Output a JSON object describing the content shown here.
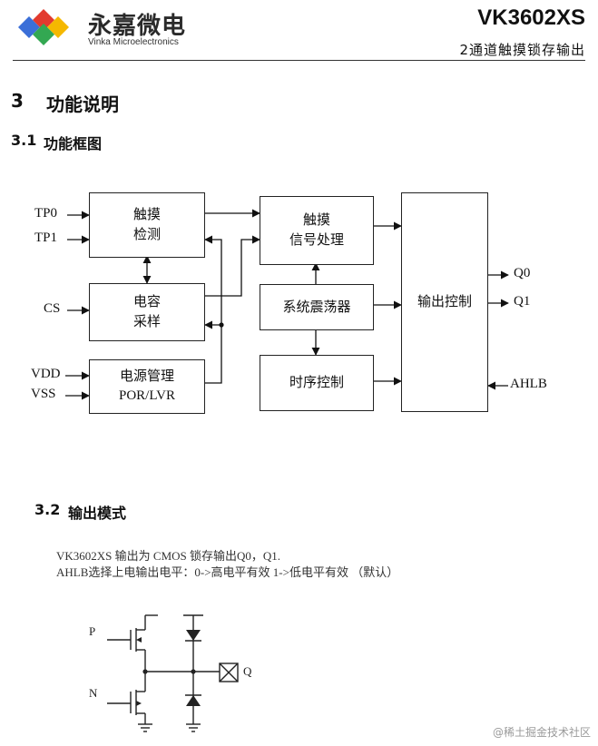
{
  "header": {
    "company_name": "永嘉微电",
    "company_sub": "Vinka Microelectronics",
    "model": "VK3602XS",
    "subtitle": "2通道触摸锁存输出",
    "logo_colors": [
      "#3b6fd8",
      "#e23a2e",
      "#f5b800",
      "#33a852"
    ]
  },
  "section3": {
    "num": "3",
    "title": "功能说明"
  },
  "section31": {
    "num": "3.1",
    "title": "功能框图"
  },
  "diagram": {
    "inputs": {
      "tp0": "TP0",
      "tp1": "TP1",
      "cs": "CS",
      "vdd": "VDD",
      "vss": "VSS",
      "ahlb": "AHLB"
    },
    "outputs": {
      "q0": "Q0",
      "q1": "Q1"
    },
    "blocks": {
      "touch_detect": {
        "line1": "触摸",
        "line2": "检测"
      },
      "cap_sample": {
        "line1": "电容",
        "line2": "采样"
      },
      "power_mgmt": {
        "line1": "电源管理",
        "line2": "POR/LVR"
      },
      "touch_signal": {
        "line1": "触摸",
        "line2": "信号处理"
      },
      "oscillator": {
        "line1": "系统震荡器"
      },
      "timing": {
        "line1": "时序控制"
      },
      "output_ctrl": {
        "line1": "输出控制"
      }
    }
  },
  "section32": {
    "num": "3.2",
    "title": "输出模式"
  },
  "paragraphs": [
    "VK3602XS 输出为 CMOS 锁存输出Q0，Q1.",
    "AHLB选择上电输出电平：0->高电平有效 1->低电平有效 （默认）"
  ],
  "circuit": {
    "p_label": "P",
    "n_label": "N",
    "q_label": "Q"
  },
  "watermark": "@稀土掘金技术社区"
}
